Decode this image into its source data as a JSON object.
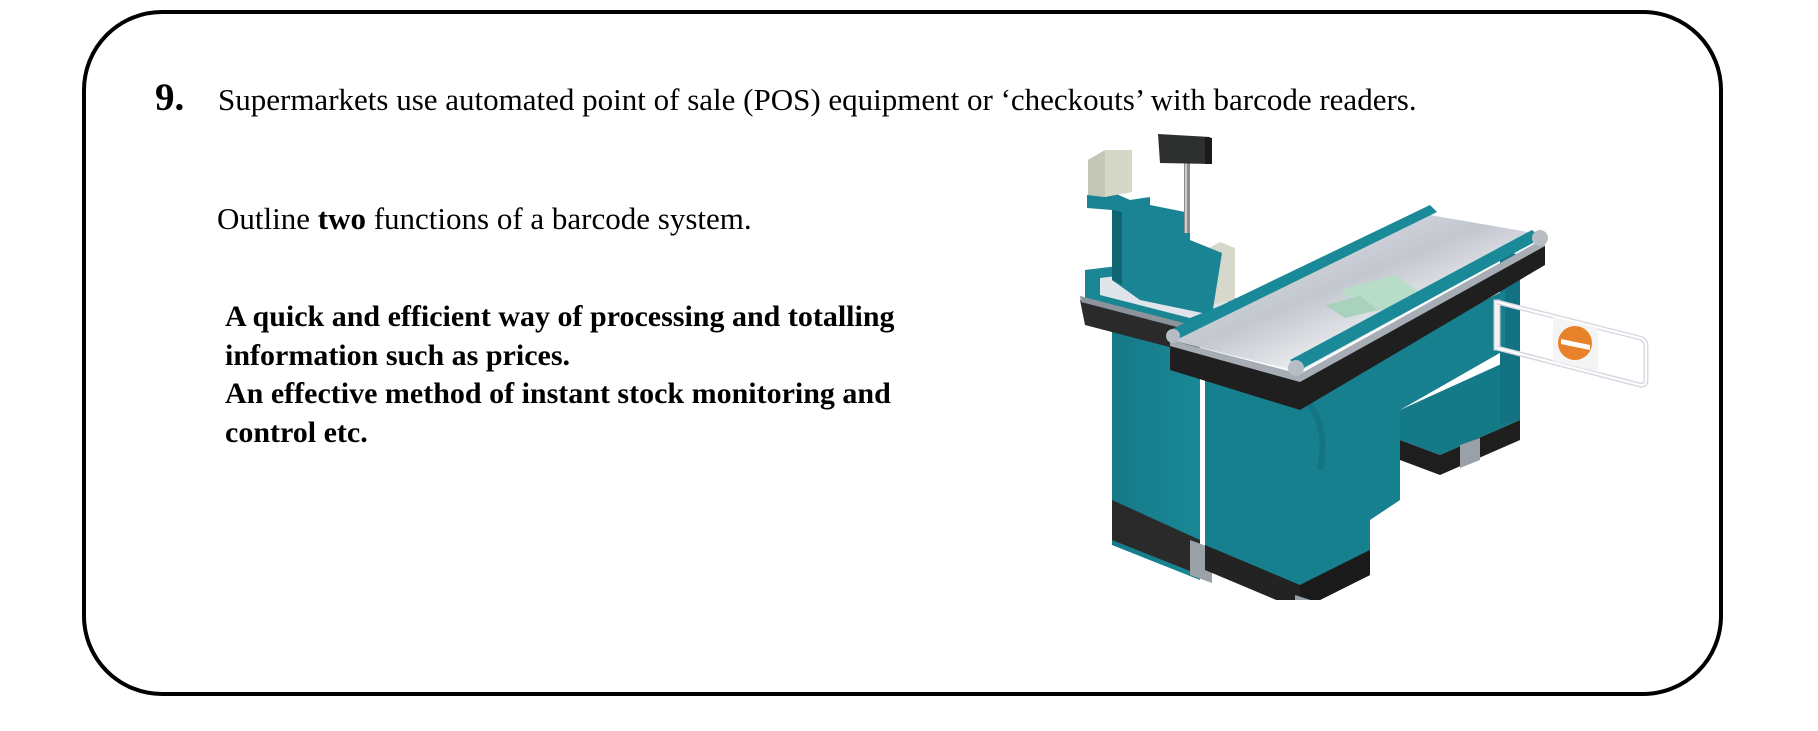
{
  "question": {
    "number": "9.",
    "stem": "Supermarkets use automated point of sale (POS) equipment or ‘checkouts’ with barcode readers.",
    "prompt_before": "Outline ",
    "prompt_emphasis": "two",
    "prompt_after": " functions of a barcode system."
  },
  "answer": {
    "lines": [
      "A quick and efficient way of processing and totalling",
      "information such as prices.",
      "An effective method of instant stock monitoring and",
      "control etc."
    ]
  },
  "illustration": {
    "subject": "supermarket checkout counter with conveyor belt, pole display, scanner and swing barrier",
    "colors": {
      "body": "#17808e",
      "body_dark": "#0f6370",
      "steel": "#c9ccd2",
      "trim_dark": "#222222",
      "barrier_sign": "#e8822a",
      "pole_display": "#2e302f",
      "scanner_box": "#d8d8cc",
      "glass": "#b7dcc8"
    }
  }
}
